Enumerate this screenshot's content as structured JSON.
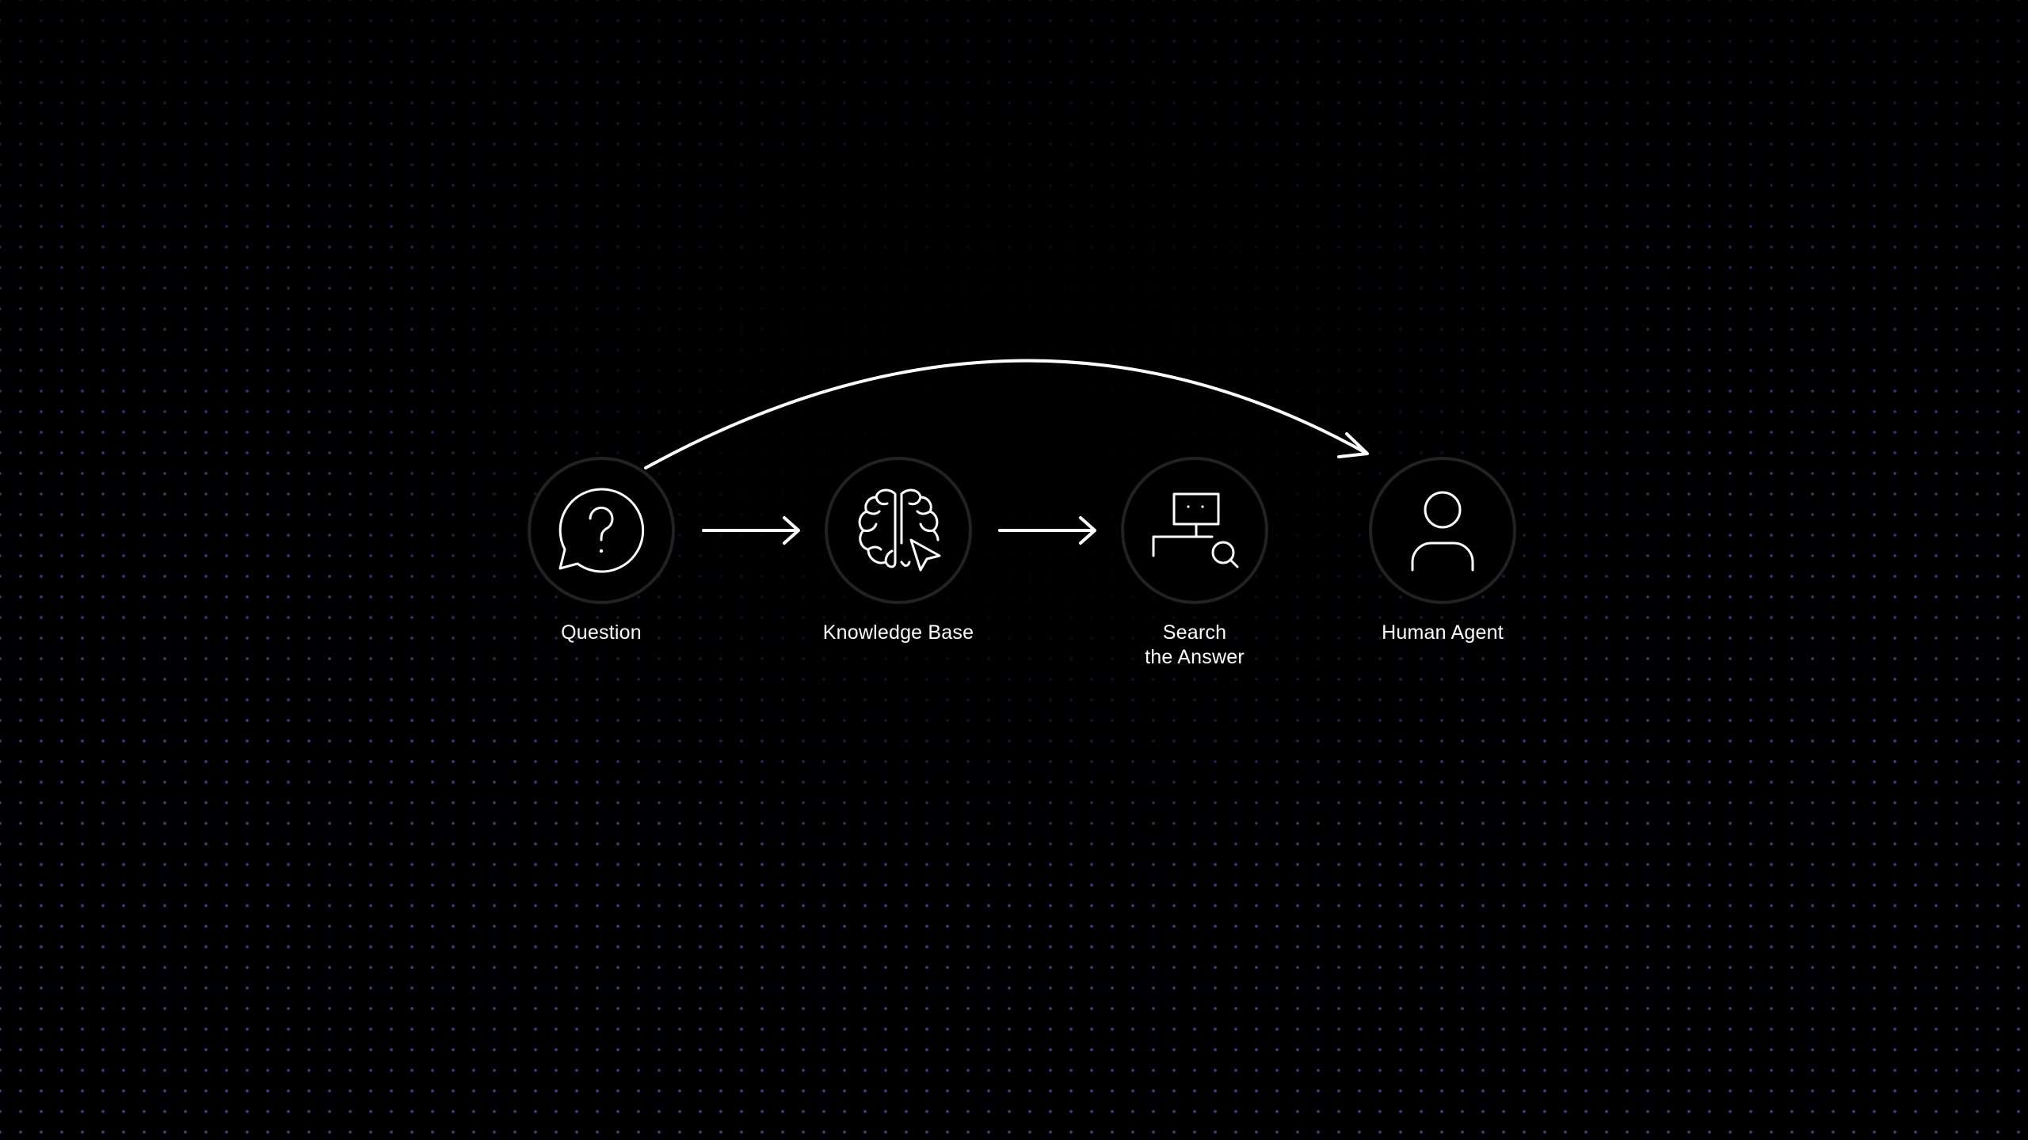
{
  "diagram": {
    "nodes": [
      {
        "id": "question",
        "label_line1": "Question",
        "label_line2": "",
        "icon": "question-bubble-icon"
      },
      {
        "id": "knowledge-base",
        "label_line1": "Knowledge Base",
        "label_line2": "",
        "icon": "brain-cursor-icon"
      },
      {
        "id": "search-answer",
        "label_line1": "Search",
        "label_line2": "the Answer",
        "icon": "computer-search-icon"
      },
      {
        "id": "human-agent",
        "label_line1": "Human Agent",
        "label_line2": "",
        "icon": "person-icon"
      }
    ],
    "edges": [
      {
        "from": "question",
        "to": "knowledge-base",
        "style": "straight-arrow"
      },
      {
        "from": "knowledge-base",
        "to": "search-answer",
        "style": "straight-arrow"
      },
      {
        "from": "question",
        "to": "human-agent",
        "style": "curved-arrow"
      }
    ]
  },
  "colors": {
    "background": "#000000",
    "dot_grid": "#786eff",
    "node_border": "#222222",
    "foreground": "#ffffff"
  }
}
